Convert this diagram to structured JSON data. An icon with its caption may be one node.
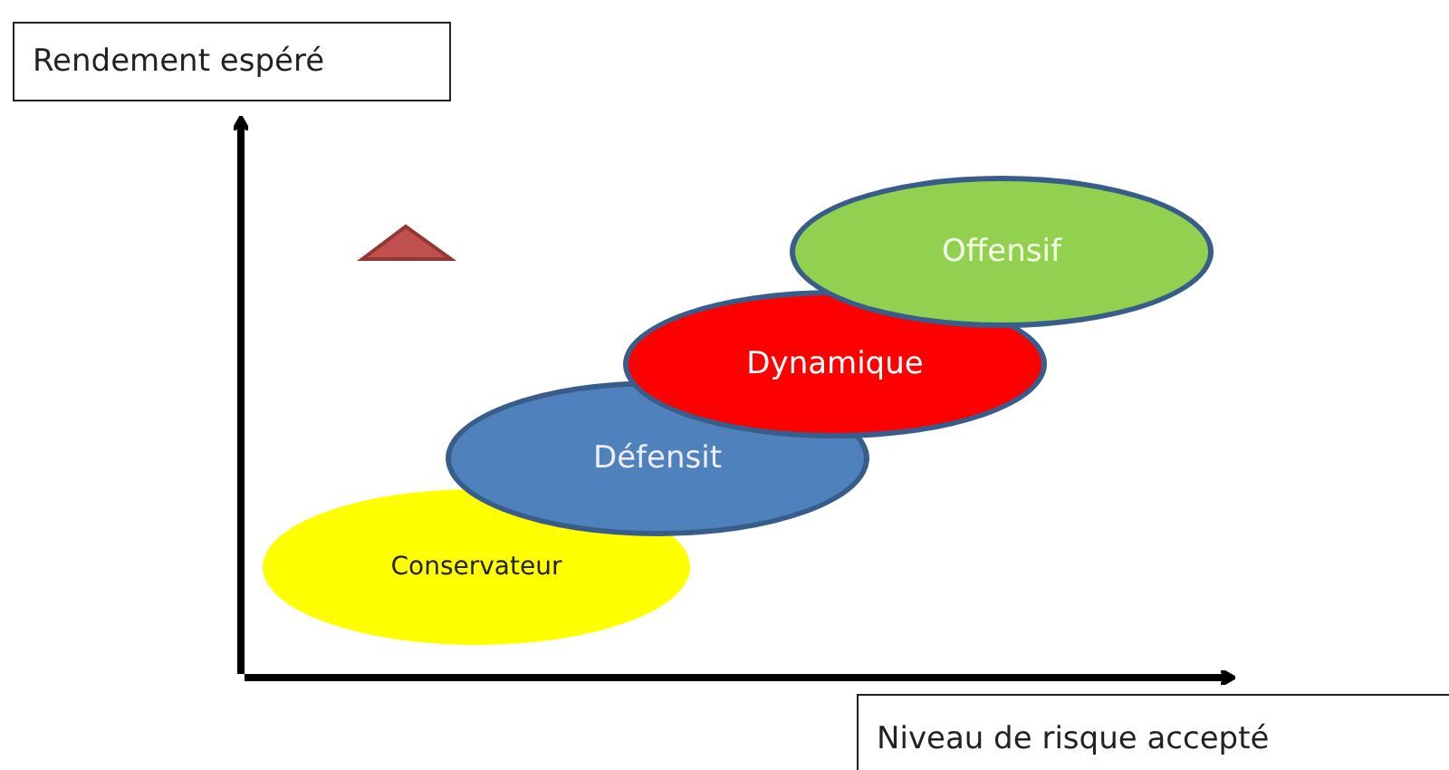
{
  "diagram": {
    "nodes": [
      {
        "text": [
          "Conservateur"
        ]
      },
      {
        "text": [
          "Défensit"
        ]
      },
      {
        "text": [
          "Dynamique"
        ]
      },
      {
        "text": [
          "Offensif"
        ]
      }
    ],
    "edges": [],
    "labels": [
      "Rendement espéré",
      "Niveau de risque accepté"
    ]
  }
}
